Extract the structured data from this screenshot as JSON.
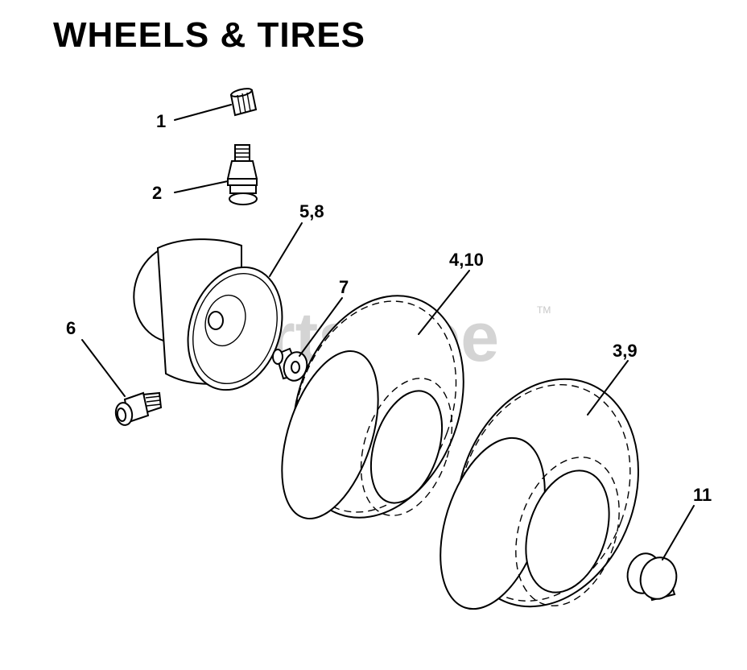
{
  "title": "WHEELS & TIRES",
  "watermark": {
    "text": "PartsTree",
    "trademark": "TM",
    "color": "#d4d4d4"
  },
  "callouts": [
    {
      "id": "callout-1",
      "text": "1"
    },
    {
      "id": "callout-2",
      "text": "2"
    },
    {
      "id": "callout-5-8",
      "text": "5,8"
    },
    {
      "id": "callout-4-10",
      "text": "4,10"
    },
    {
      "id": "callout-7",
      "text": "7"
    },
    {
      "id": "callout-6",
      "text": "6"
    },
    {
      "id": "callout-3-9",
      "text": "3,9"
    },
    {
      "id": "callout-11",
      "text": "11"
    }
  ]
}
